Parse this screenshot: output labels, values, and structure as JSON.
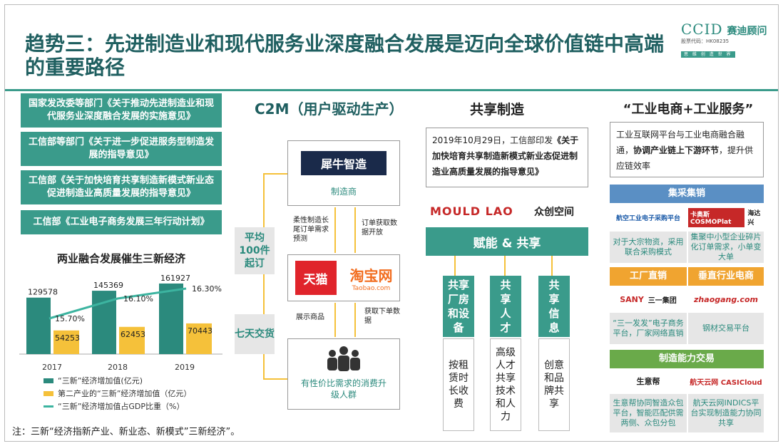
{
  "title": "趋势三：先进制造业和现代服务业深度融合发展是迈向全球价值链中高端的重要路径",
  "logo": {
    "brand": "CCID",
    "name_cn": "赛迪顾问",
    "stock": "股票代码：HK08235",
    "tagline": "思 维 创 造 世 界"
  },
  "policies": [
    "国家发改委等部门《关于推动先进制造业和现代服务业深度融合发展的实施意见》",
    "工信部等部门《关于进一步促进服务型制造发展的指导意见》",
    "工信部《关于加快培育共享制造新模式新业态 促进制造业高质量发展的指导意见》",
    "工信部《工业电子商务发展三年行动计划》"
  ],
  "colors": {
    "teal": "#2b8a7d",
    "dark_teal": "#1f5f60",
    "yellow": "#f5c13a",
    "line": "#3cb4a0"
  },
  "chart": {
    "title": "两业融合发展催生三新经济",
    "legend": [
      "“三新”经济增加值(亿元)",
      "第二产业的“三新”经济增加值（亿元）",
      "“三新”经济增加值占GDP比重（%）"
    ],
    "note": "注：三新“经济指新产业、新业态、新模式”三新经济”。"
  },
  "chart_data": {
    "type": "bar",
    "categories": [
      "2017",
      "2018",
      "2019"
    ],
    "series": [
      {
        "name": "“三新”经济增加值(亿元)",
        "values": [
          129578,
          145369,
          161927
        ],
        "color": "#2b8a7d"
      },
      {
        "name": "第二产业的“三新”经济增加值（亿元）",
        "values": [
          54253,
          62453,
          70443
        ],
        "color": "#f5c13a"
      },
      {
        "name": "“三新”经济增加值占GDP比重（%）",
        "type": "line",
        "values": [
          15.7,
          16.1,
          16.3
        ],
        "labels": [
          "15.70%",
          "16.10%",
          "16.30%"
        ],
        "color": "#3cb4a0"
      }
    ],
    "bar_labels": [
      "129578",
      "145369",
      "161927"
    ],
    "bar2_labels": [
      "54253",
      "62453",
      "70443"
    ]
  },
  "c2m": {
    "heading": "C2M（用户驱动生产）",
    "maker_label": "制造商",
    "maker_logo": "犀牛智造",
    "platform_tmall": "天猫",
    "platform_taobao": "淘宝网",
    "taobao_url": "Taobao.com",
    "consumer": "有性价比需求的消费升级人群",
    "tag1": "平均100件起订",
    "tag2": "七天交货",
    "flow_left_top": "柔性制造长尾订单需求预测",
    "flow_right_top": "订单获取数据开放",
    "flow_left_bot": "展示商品",
    "flow_right_bot": "获取下单数据"
  },
  "share": {
    "heading": "共享制造",
    "policy_pre": "2019年10月29日，工信部印发",
    "policy_title": "《关于加快培育共享制造新模式新业态促进制造业高质量发展的指导意见》",
    "logo1": "MOULD LAO",
    "logo2": "众创空间",
    "empower": "赋能 & 共享",
    "cols": [
      {
        "head": "共享厂房和设备",
        "body": "按租赁时长收费"
      },
      {
        "head": "共享人才",
        "body": "高级人才共享技术和人力"
      },
      {
        "head": "共享信息",
        "body": "创意和品牌共享"
      }
    ]
  },
  "ind": {
    "heading": "“工业电商+工业服务”",
    "desc_pre": "工业互联网平台与工业电商融合融通，",
    "desc_bold": "协调产业链上下游环节",
    "desc_post": "，提升供应链效率",
    "band1": "集采集销",
    "logo_a": "航空工业电子采购平台",
    "logo_b": "卡奥斯 COSMOPlat",
    "logo_c": "海达兴",
    "cell1a": "对于大宗物资，采用联合采购模式",
    "cell1b": "集聚中小型企业碎片化订单需求，小单变大单",
    "band2a": "工厂直销",
    "band2b": "垂直行业电商",
    "logo_d": "SANY",
    "logo_e": "三一集团",
    "logo_f": "zhaogang.com",
    "cell2a": "“三一发发”电子商务平台，厂家网络直销",
    "cell2b": "钢材交易平台",
    "band3": "制造能力交易",
    "logo_g": "生意帮",
    "logo_h": "航天云网 CASICloud",
    "cell3a": "生意帮协同智造众包平台，智能匹配供需两侧、众包分包",
    "cell3b": "航天云网INDICS平台实现制造能力协同共享"
  }
}
